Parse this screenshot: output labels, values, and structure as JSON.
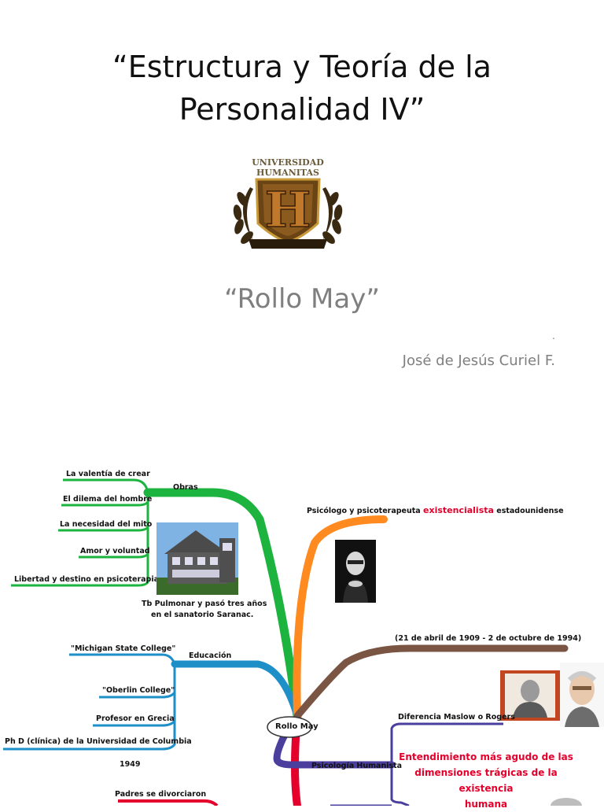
{
  "slide1": {
    "title_line1": "“Estructura y Teoría de la",
    "title_line2": "Personalidad IV”",
    "logo_text": "UNIVERSIDAD HUMANITAS",
    "logo_letter": "H",
    "subtitle": "“Rollo May”",
    "dot": ".",
    "author": "José de Jesús Curiel F."
  },
  "mindmap": {
    "center": "Rollo May",
    "obras": {
      "label": "Obras",
      "items": [
        "La valentía de crear",
        "El dilema del hombre",
        "La necesidad del mito",
        "Amor y voluntad",
        "Libertad y destino en psicoterapia"
      ]
    },
    "house_caption_line1": "Tb Pulmonar y pasó tres años",
    "house_caption_line2": "en el sanatorio Saranac.",
    "educacion": {
      "label": "Educación",
      "items": [
        "\"Michigan State College\"",
        "\"Oberlin College\"",
        "Profesor en Grecia",
        "Ph D (clínica) de la Universidad de Columbia"
      ],
      "year": "1949"
    },
    "padres": "Padres se divorciaron",
    "descripcion": {
      "prefix": "Psicólogo y psicoterapeuta",
      "highlight": "existencialista",
      "suffix": "estadounidense"
    },
    "fechas": "(21 de abril de 1909 - 2 de octubre de 1994)",
    "humanista": {
      "label": "Psicología Humanista",
      "diferencia": "Diferencia Maslow o Rogers",
      "entendimiento_line1": "Entendimiento más agudo de las",
      "entendimiento_line2": "dimensiones trágicas de la existencia",
      "entendimiento_line3": "humana"
    },
    "colors": {
      "obras": "#1db33f",
      "educacion": "#1e8fc7",
      "padres": "#e4002b",
      "descripcion": "#ff8a1f",
      "fechas": "#7b5544",
      "humanista": "#4a3f9c",
      "highlight": "#e4002b"
    }
  }
}
